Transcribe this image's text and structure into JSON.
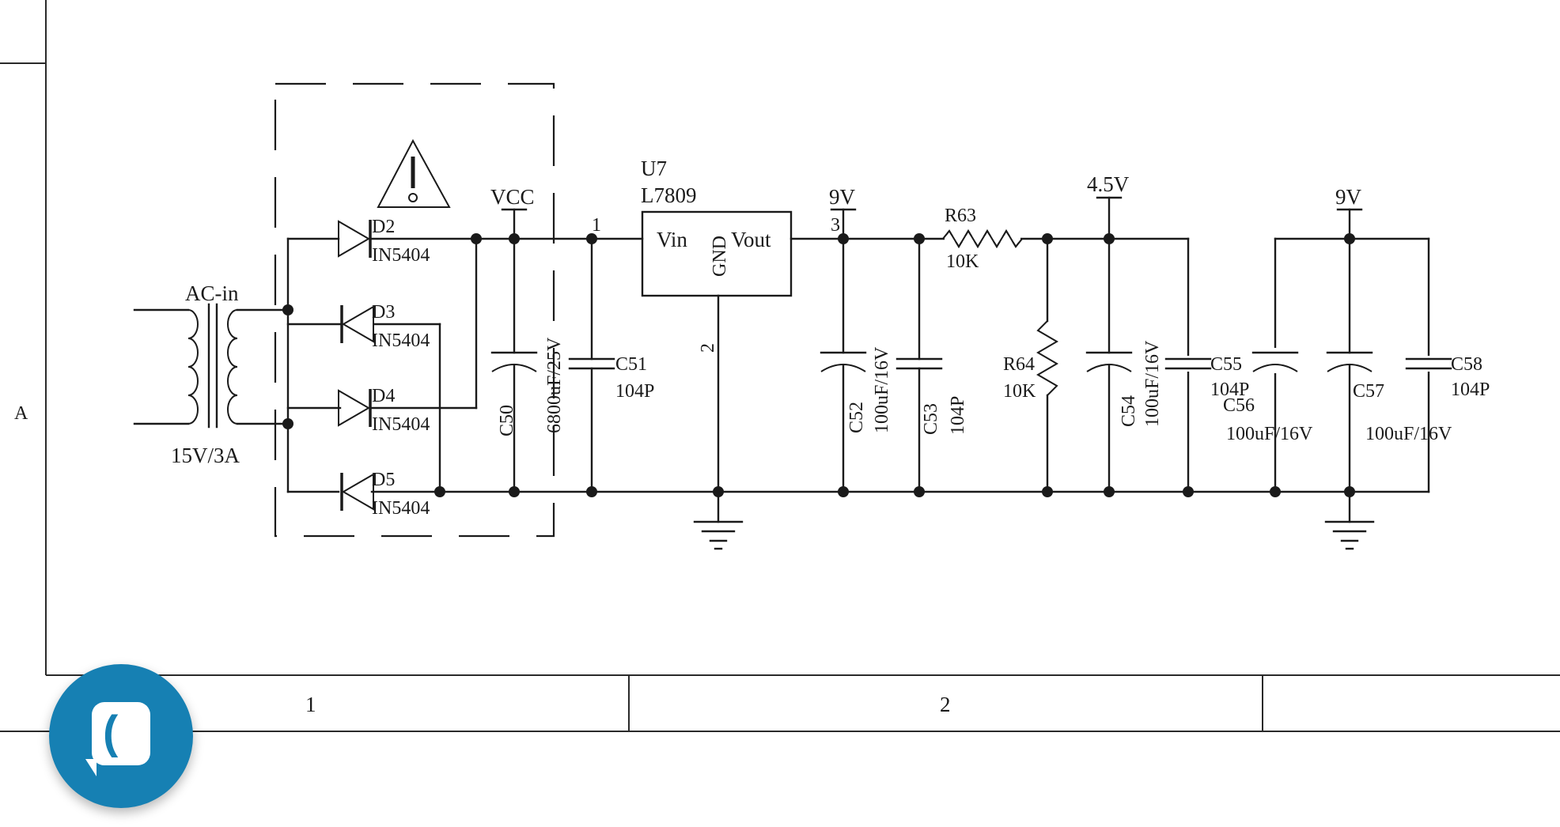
{
  "sheet": {
    "row_label": "A",
    "column_labels": [
      "1",
      "2"
    ]
  },
  "warning_mark": "!",
  "transformer": {
    "input_label": "AC-in",
    "rating": "15V/3A"
  },
  "diodes": [
    {
      "ref": "D2",
      "part": "IN5404"
    },
    {
      "ref": "D3",
      "part": "IN5404"
    },
    {
      "ref": "D4",
      "part": "IN5404"
    },
    {
      "ref": "D5",
      "part": "IN5404"
    }
  ],
  "nets": {
    "vcc": "VCC",
    "out_9v_a": "9V",
    "mid_4_5v": "4.5V",
    "out_9v_b": "9V"
  },
  "regulator": {
    "ref": "U7",
    "part": "L7809",
    "vin": "Vin",
    "gnd": "GND",
    "vout": "Vout",
    "pin1": "1",
    "pin2": "2",
    "pin3": "3"
  },
  "capacitors": {
    "c50": {
      "ref": "C50",
      "value": "6800uF/25V"
    },
    "c51": {
      "ref": "C51",
      "value": "104P"
    },
    "c52": {
      "ref": "C52",
      "value": "100uF/16V"
    },
    "c53": {
      "ref": "C53",
      "value": "104P"
    },
    "c54": {
      "ref": "C54",
      "value": "100uF/16V"
    },
    "c55": {
      "ref": "C55",
      "value": "104P"
    },
    "c56": {
      "ref": "C56",
      "value": "100uF/16V"
    },
    "c57": {
      "ref": "C57",
      "value": "100uF/16V"
    },
    "c58": {
      "ref": "C58",
      "value": "104P"
    }
  },
  "resistors": {
    "r63": {
      "ref": "R63",
      "value": "10K"
    },
    "r64": {
      "ref": "R64",
      "value": "10K"
    }
  },
  "fab": {
    "icon": "chat-bubble-icon",
    "glyph": "("
  },
  "colors": {
    "line": "#1a1a1a",
    "fab": "#1680b3",
    "background": "#ffffff"
  }
}
